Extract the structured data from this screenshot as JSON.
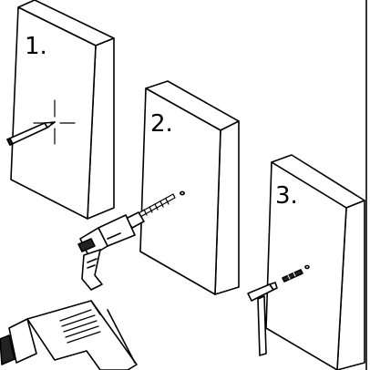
{
  "steps": [
    {
      "label": "1.",
      "tool": "pencil-icon"
    },
    {
      "label": "2.",
      "tool": "drill-icon"
    },
    {
      "label": "3.",
      "tool": "hammer-icon"
    }
  ],
  "colors": {
    "line": "#000000",
    "fill": "#ffffff",
    "dark": "#333333"
  }
}
